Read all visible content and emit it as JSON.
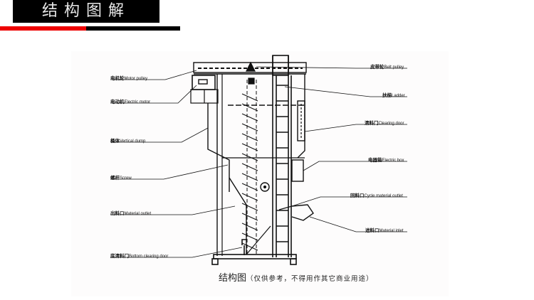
{
  "header": {
    "title": "结构图解",
    "accent_color": "#ee0000",
    "bar_color": "#000000"
  },
  "diagram": {
    "caption_main": "结构图",
    "caption_note": "（仅供参考，不得用作其它商业用途）",
    "labels_left": [
      {
        "cn": "电机轮",
        "en": "Motor pulley"
      },
      {
        "cn": "电动机",
        "en": "Electric motor"
      },
      {
        "cn": "桶体",
        "en": "Vertical dump"
      },
      {
        "cn": "螺杆",
        "en": "Screw"
      },
      {
        "cn": "出料口",
        "en": "Material outlet"
      },
      {
        "cn": "底清料门",
        "en": "Bottom clearing door"
      }
    ],
    "labels_right": [
      {
        "cn": "皮带轮",
        "en": "Belt pulley"
      },
      {
        "cn": "扶梯",
        "en": "Ladder"
      },
      {
        "cn": "清料门",
        "en": "Clearing door"
      },
      {
        "cn": "电器箱",
        "en": "Electric box"
      },
      {
        "cn": "回料口",
        "en": "Cycle material outlet"
      },
      {
        "cn": "进料口",
        "en": "Material inlet"
      }
    ]
  }
}
